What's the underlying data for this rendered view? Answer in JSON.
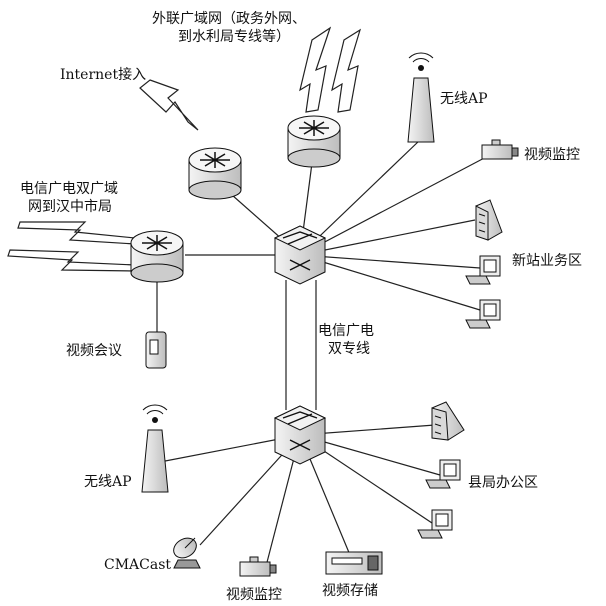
{
  "labels": {
    "internet_access": "Internet接入",
    "extranet_line1": "外联广域网（政务外网、",
    "extranet_line2": "到水利局专线等）",
    "wireless_ap_top": "无线AP",
    "video_monitor_top": "视频监控",
    "telecom_wan_line1": "电信广电双广域",
    "telecom_wan_line2": "网到汉中市局",
    "new_station_area": "新站业务区",
    "video_conference": "视频会议",
    "dual_line_1": "电信广电",
    "dual_line_2": "双专线",
    "wireless_ap_bottom": "无线AP",
    "county_office_area": "县局办公区",
    "cmacast": "CMACast",
    "video_monitor_bottom": "视频监控",
    "video_storage": "视频存储"
  },
  "colors": {
    "line": "#222222",
    "device_fill": "#e6e6e6",
    "device_stroke": "#111111"
  }
}
